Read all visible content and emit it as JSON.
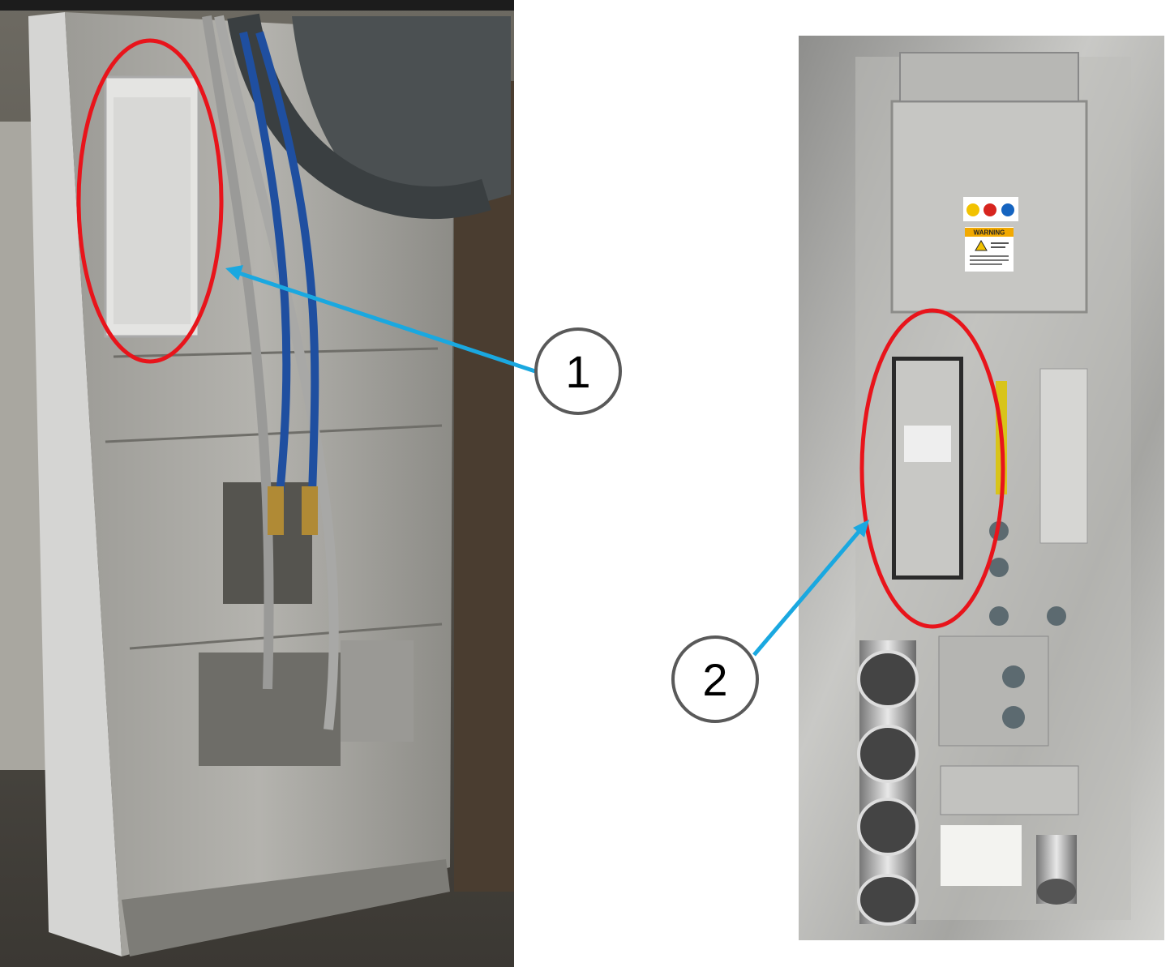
{
  "figure": {
    "callouts": [
      {
        "label": "1"
      },
      {
        "label": "2"
      }
    ],
    "colors": {
      "highlight": "#e8141b",
      "arrow": "#1aa8e0",
      "callout_border": "#595959"
    },
    "photo_labels": {
      "warning_sign": "WARNING"
    }
  }
}
